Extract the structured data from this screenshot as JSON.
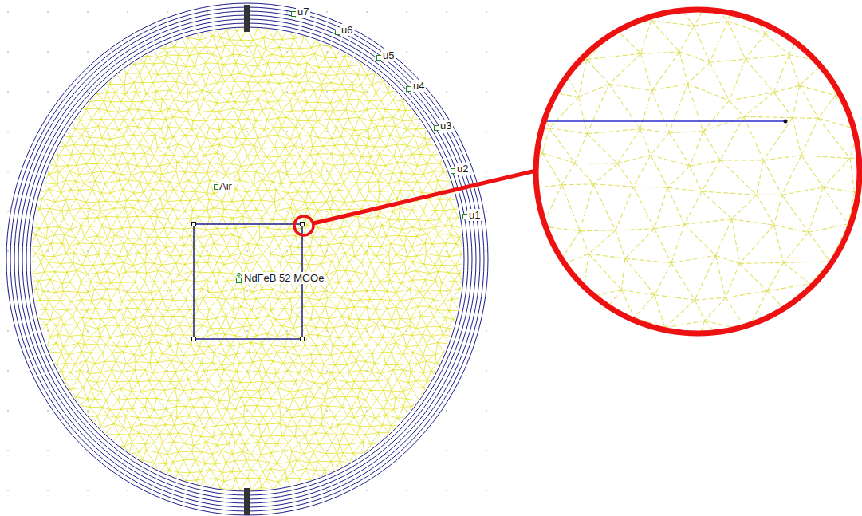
{
  "diagram": {
    "labels": [
      "Air",
      "NdFeB 52 MGOe",
      "u1",
      "u2",
      "u3",
      "u4",
      "u5",
      "u6",
      "u7"
    ]
  }
}
